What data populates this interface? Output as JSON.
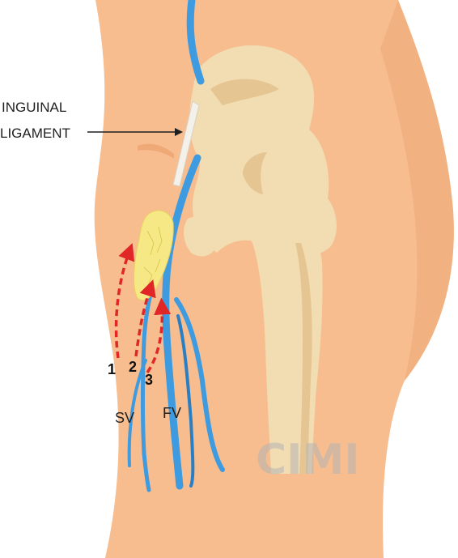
{
  "labels": {
    "ligament_line1": "INGUINAL",
    "ligament_line2": "LIGAMENT",
    "sv": "SV",
    "fv": "FV"
  },
  "steps": [
    "1",
    "2",
    "3"
  ],
  "watermark": "CIMI",
  "colors": {
    "skin": "#f7bd8f",
    "skin_shade": "#eea977",
    "bone": "#f2dcb1",
    "bone_shade": "#e5c592",
    "vein": "#3f9be0",
    "vein_dark": "#2a7fc4",
    "lymph_node": "#f7e886",
    "arrow": "#e02626",
    "watermark": "#b5b5b5"
  }
}
